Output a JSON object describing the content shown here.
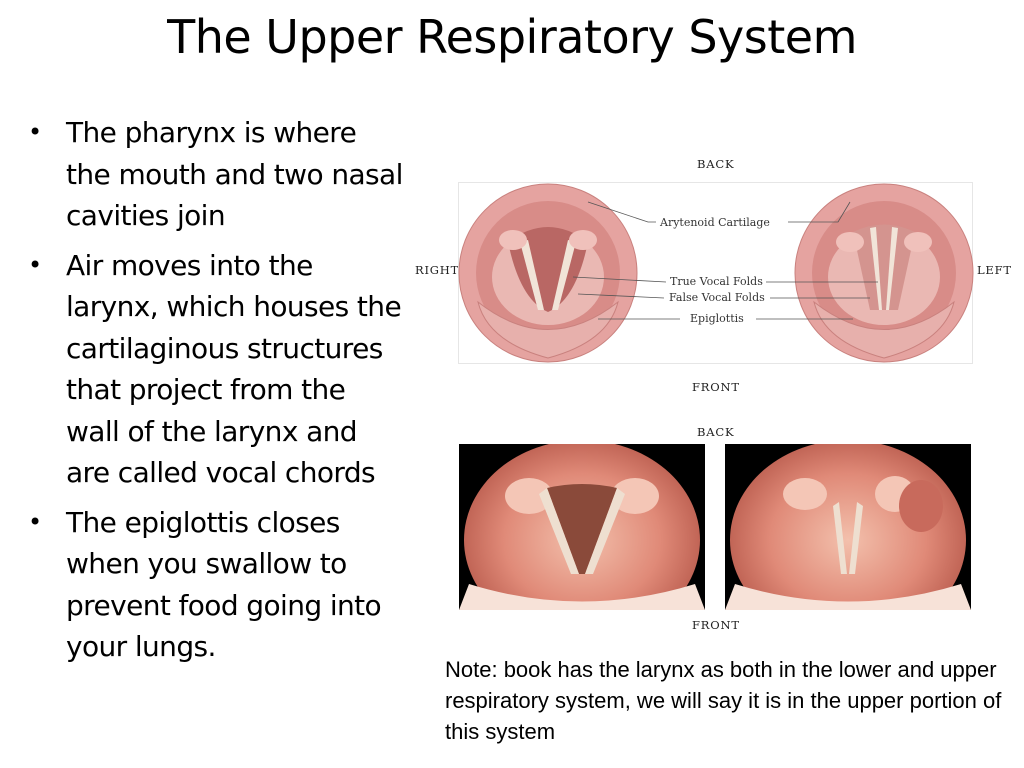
{
  "slide": {
    "title": "The Upper Respiratory System",
    "bullets": [
      "The pharynx is where the mouth and two nasal cavities join",
      "Air moves into the larynx, which houses the cartilaginous structures that project from the wall of the larynx and are called vocal chords",
      "The epiglottis closes when you swallow to prevent food going into your lungs."
    ],
    "note": "Note: book has the larynx as both in the lower and upper respiratory system, we will say it is in the upper portion of this system"
  },
  "diagram": {
    "back_label": "BACK",
    "front_label": "FRONT",
    "right_label": "RIGHT",
    "left_label": "LEFT",
    "callouts": [
      "Arytenoid Cartilage",
      "True Vocal Folds",
      "False Vocal Folds",
      "Epiglottis"
    ]
  },
  "photos": {
    "back_label": "BACK",
    "front_label": "FRONT"
  },
  "colors": {
    "tissue": "#e9a0a0",
    "tissue_dark": "#c56a6a",
    "vocal_fold": "#f2e6dc",
    "photo_bg": "#000000"
  }
}
